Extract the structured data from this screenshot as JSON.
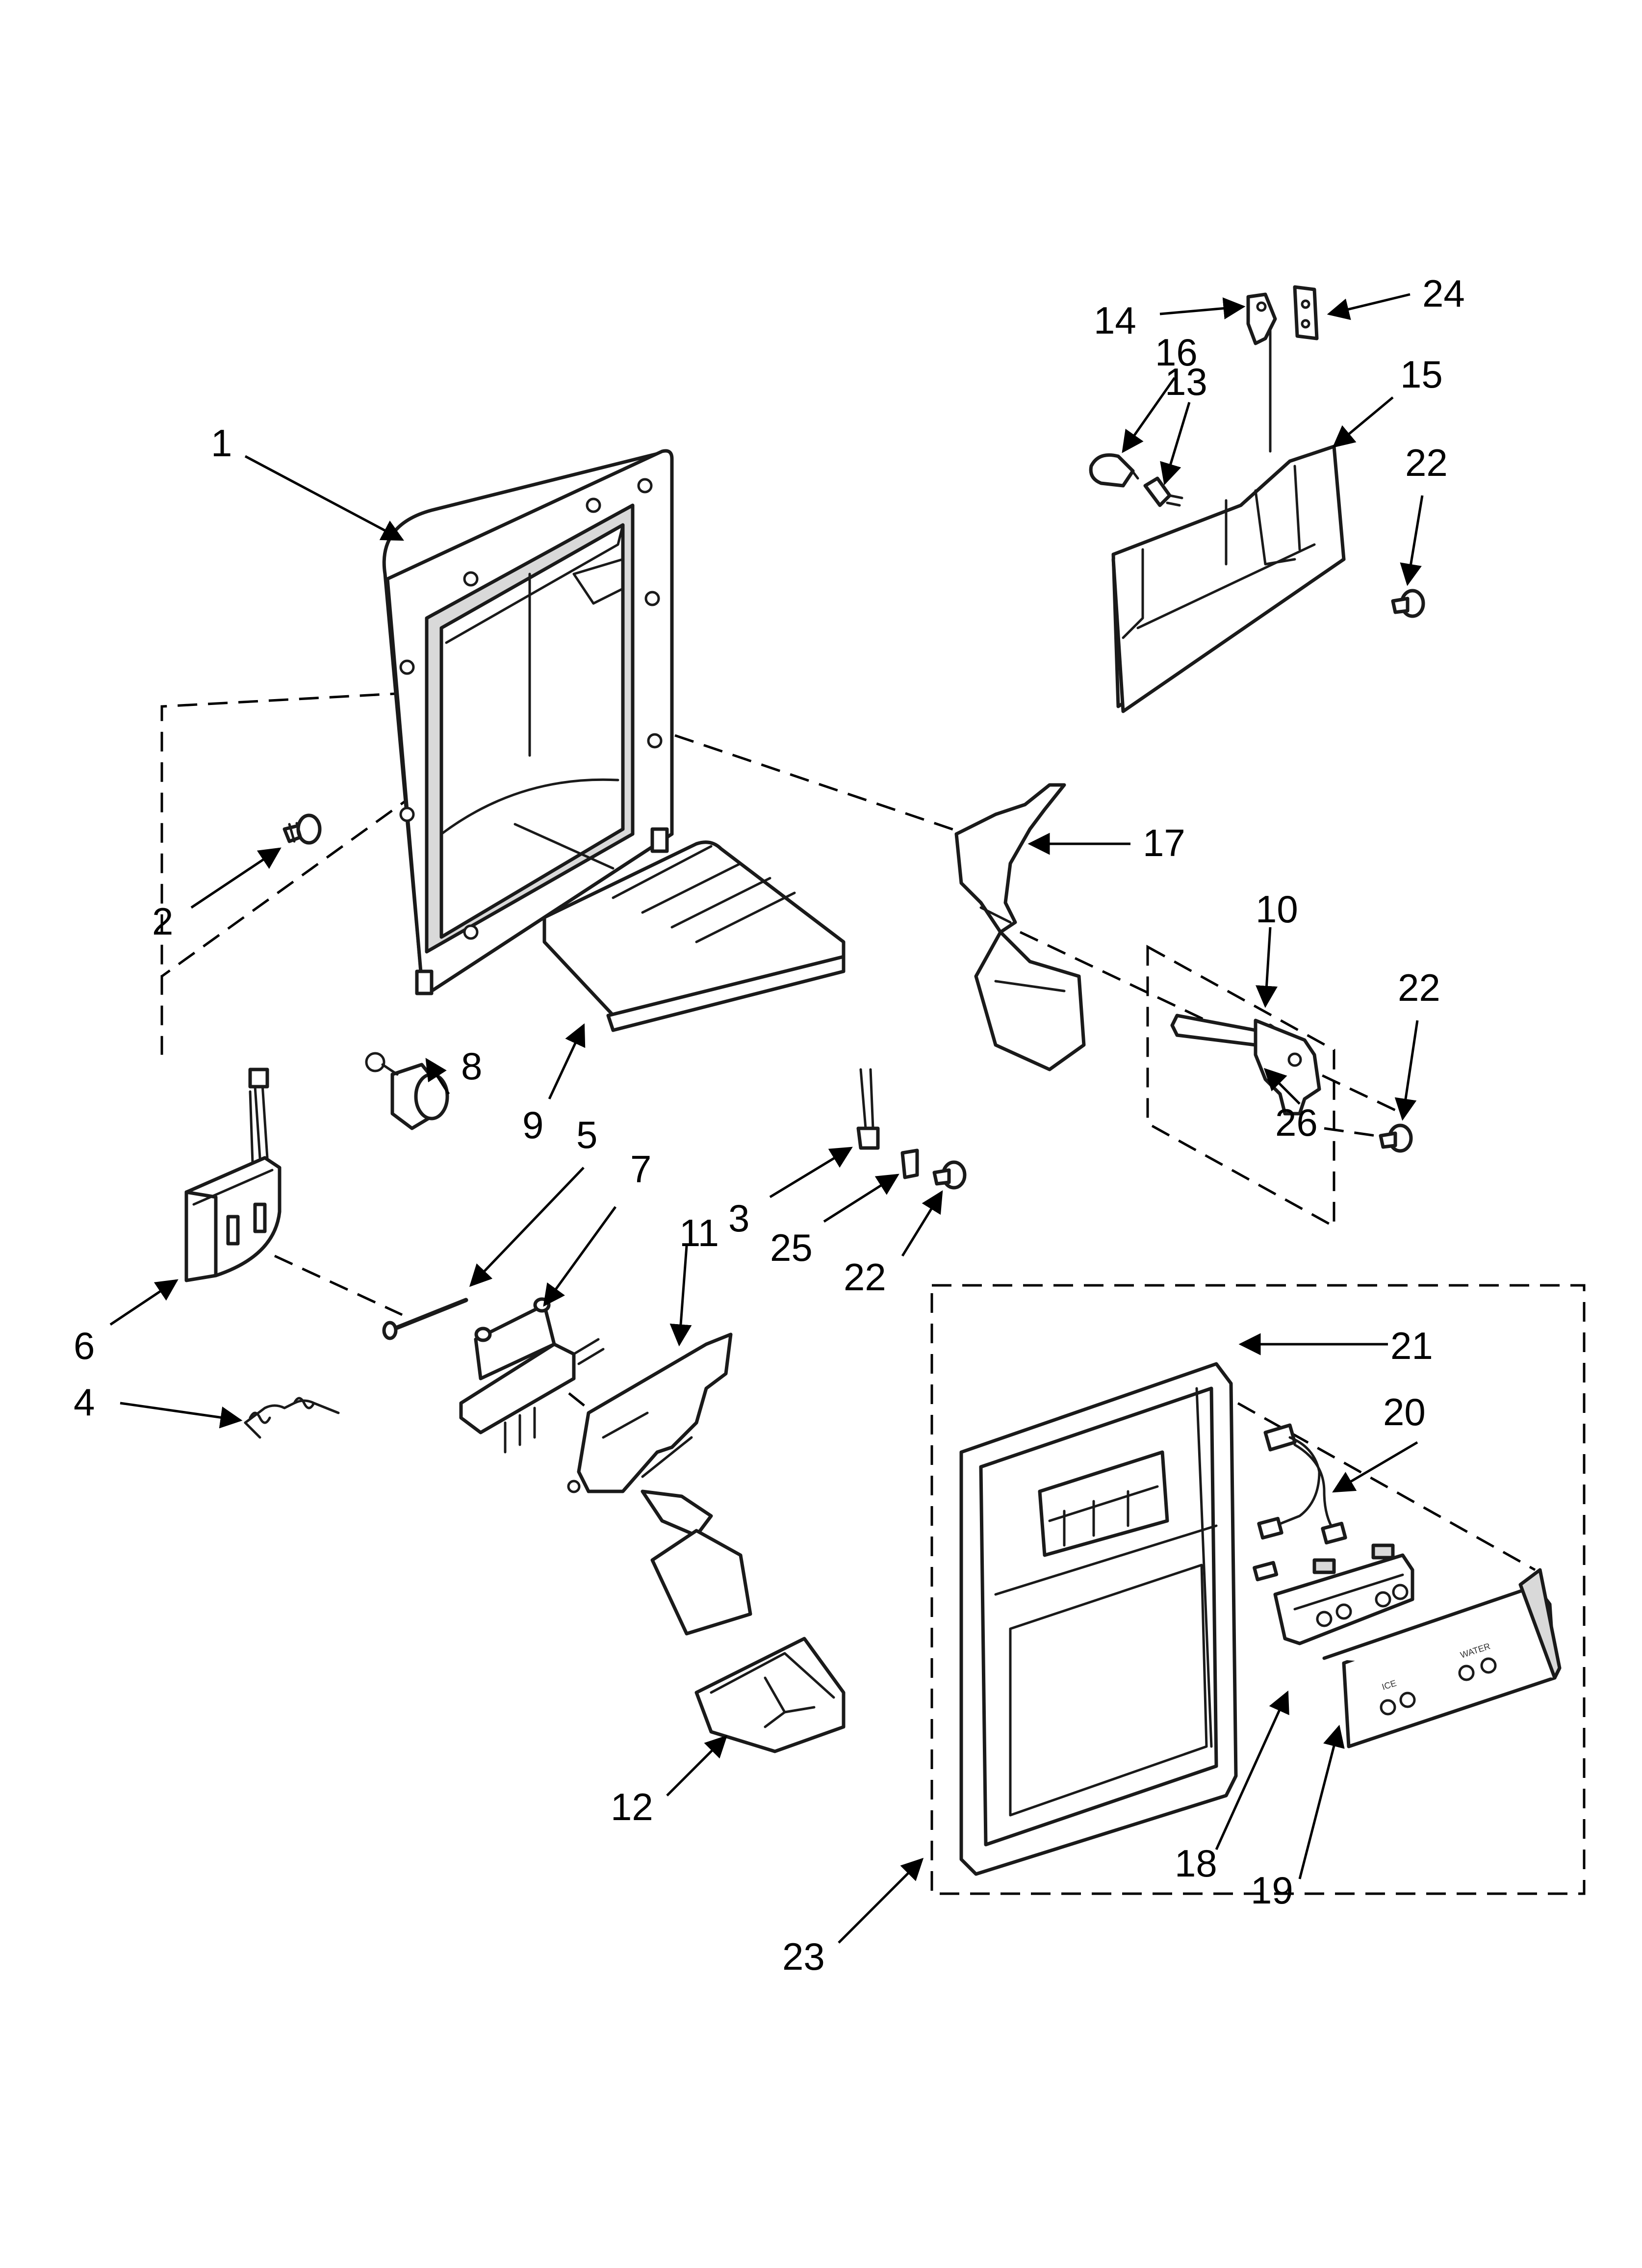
{
  "diagram": {
    "labels": {
      "p1": "1",
      "p2": "2",
      "p3": "3",
      "p4": "4",
      "p5": "5",
      "p6": "6",
      "p7": "7",
      "p8": "8",
      "p9": "9",
      "p10": "10",
      "p11": "11",
      "p12": "12",
      "p13": "13",
      "p14": "14",
      "p15": "15",
      "p16": "16",
      "p17": "17",
      "p18": "18",
      "p19": "19",
      "p20": "20",
      "p21": "21",
      "p22a": "22",
      "p22b": "22",
      "p22c": "22",
      "p23": "23",
      "p24": "24",
      "p25": "25",
      "p26": "26"
    },
    "panel_markings": {
      "ice": "ICE",
      "water": "WATER"
    }
  }
}
